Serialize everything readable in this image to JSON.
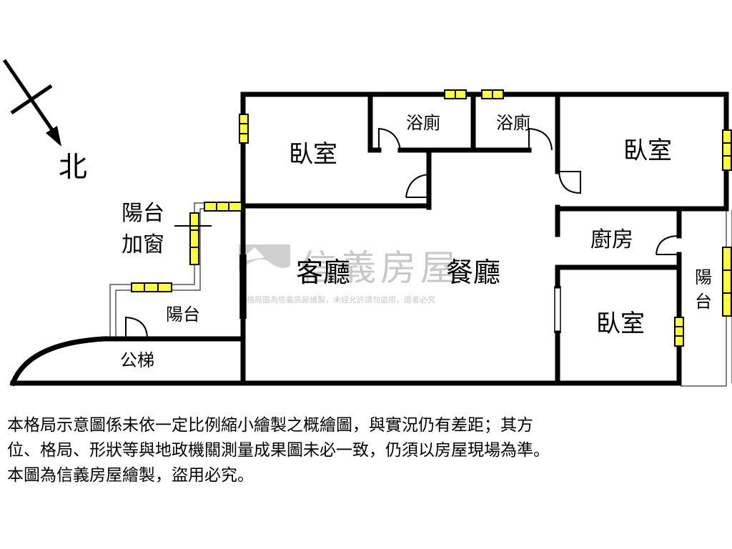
{
  "compass": {
    "north_label": "北"
  },
  "rooms": {
    "bedroom_top_left": "臥室",
    "bathroom_left": "浴廁",
    "bathroom_right": "浴廁",
    "bedroom_top_right": "臥室",
    "living_room": "客廳",
    "dining_room": "餐廳",
    "kitchen": "廚房",
    "bedroom_bottom": "臥室",
    "balcony_right": [
      "陽",
      "台"
    ],
    "balcony_left": "陽台",
    "public_stairs": "公梯",
    "balcony_window_label": [
      "陽台",
      "加窗"
    ]
  },
  "watermark": {
    "brand": "信義房屋",
    "notice": "本格局圖為信義房屋繪製，未經允許請勿盜用，違者必究"
  },
  "disclaimer": [
    "本格局示意圖係未依一定比例縮小繪製之概繪圖，與實況仍有差距；其方",
    "位、格局、形狀等與地政機關測量成果圖未必一致，仍須以房屋現場為準。",
    "本圖為信義房屋繪製，盜用必究。"
  ],
  "colors": {
    "wall": "#000000",
    "window": "#ffff33",
    "watermark": "#c8c8c8"
  }
}
